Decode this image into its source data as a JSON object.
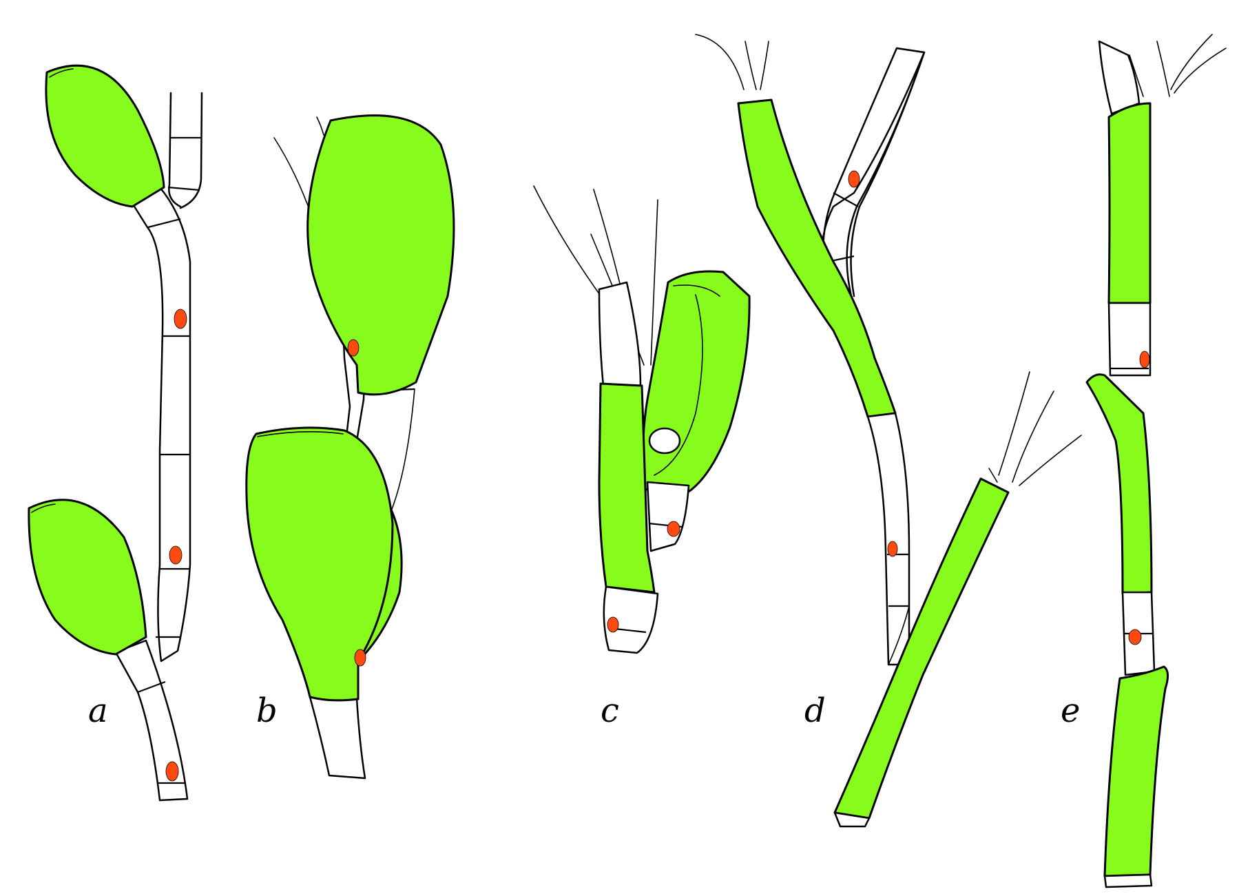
{
  "panels": [
    {
      "id": "a",
      "label": "a"
    },
    {
      "id": "b",
      "label": "b"
    },
    {
      "id": "c",
      "label": "c"
    },
    {
      "id": "d",
      "label": "d"
    },
    {
      "id": "e",
      "label": "e"
    }
  ],
  "colors": {
    "sporangium": "#86fb1c",
    "nucleus": "#ff4a10",
    "outline": "#000000",
    "background": "#ffffff"
  }
}
